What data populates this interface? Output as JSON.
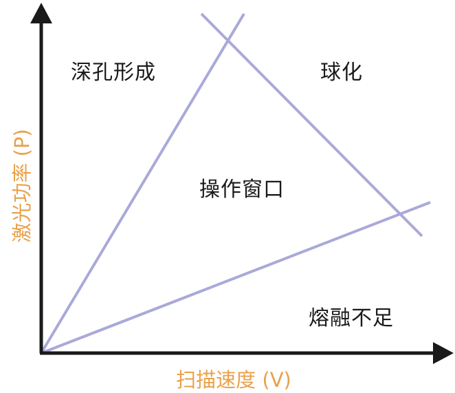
{
  "regions": {
    "deep_hole": "深孔形成",
    "balling": "球化",
    "process_window": "操作窗口",
    "insufficient_fusion": "熔融不足"
  },
  "axes": {
    "y_label": "激光功率 (P)",
    "x_label": "扫描速度 (V)"
  },
  "colors": {
    "axis": "#1a1a1a",
    "boundary_line": "#a9a9d9",
    "axis_label": "#e8a14b",
    "region_text": "#1a1a1a"
  }
}
